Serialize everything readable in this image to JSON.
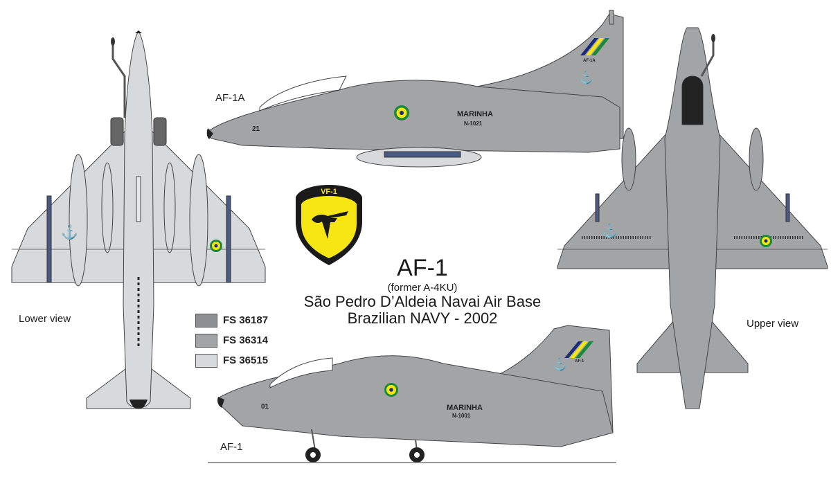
{
  "title": {
    "main": "AF-1",
    "former": "(former A-4KU)",
    "base": "São Pedro D’Aldeia Navai Air Base",
    "operator": "Brazilian NAVY - 2002"
  },
  "views": {
    "lower": "Lower view",
    "upper": "Upper view",
    "side_top": "AF-1A",
    "side_bottom": "AF-1"
  },
  "insignia": {
    "squadron_text": "VF-1",
    "colors": {
      "shield": "#f5e614",
      "border": "#1a1a1a",
      "text": "#f5e614"
    }
  },
  "markings": {
    "af1a": {
      "service": "MARINHA",
      "serial": "N-1021",
      "nose_number": "21",
      "tail_code": "AF-1A"
    },
    "af1": {
      "service": "MARINHA",
      "serial": "N-1001",
      "nose_number": "01",
      "tail_code": "AF-1"
    }
  },
  "legend": [
    {
      "code": "FS 36187",
      "color": "#8e8f91"
    },
    {
      "code": "FS 36314",
      "color": "#a3a4a6"
    },
    {
      "code": "FS 36515",
      "color": "#d8d9db"
    }
  ],
  "colors": {
    "dark_gray": "#8e8f91",
    "mid_gray": "#a3a4a6",
    "light_gray": "#d8d9db",
    "roundel_green": "#1a8a3a",
    "roundel_yellow": "#f5e614",
    "roundel_blue": "#1c2a7a",
    "missile_blue": "#4a5a82"
  }
}
